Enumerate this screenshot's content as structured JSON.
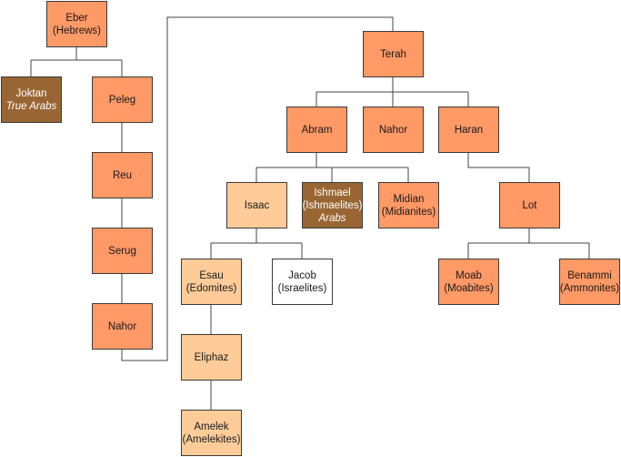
{
  "nodes": {
    "eber": {
      "name": "Eber",
      "sub": "(Hebrews)",
      "color": "#ff9966"
    },
    "joktan": {
      "name": "Joktan",
      "sub": "True Arabs",
      "color": "#996633"
    },
    "peleg": {
      "name": "Peleg",
      "color": "#ff9966"
    },
    "reu": {
      "name": "Reu",
      "color": "#ff9966"
    },
    "serug": {
      "name": "Serug",
      "color": "#ff9966"
    },
    "nahor1": {
      "name": "Nahor",
      "color": "#ff9966"
    },
    "terah": {
      "name": "Terah",
      "color": "#ff9966"
    },
    "abram": {
      "name": "Abram",
      "color": "#ff9966"
    },
    "nahor2": {
      "name": "Nahor",
      "color": "#ff9966"
    },
    "haran": {
      "name": "Haran",
      "color": "#ff9966"
    },
    "isaac": {
      "name": "Isaac",
      "color": "#ffcc99"
    },
    "ishmael": {
      "name": "Ishmael",
      "sub": "(Ishmaelites)",
      "sub2": "Arabs",
      "color": "#996633"
    },
    "midian": {
      "name": "Midian",
      "sub": "(Midianites)",
      "color": "#ff9966"
    },
    "lot": {
      "name": "Lot",
      "color": "#ff9966"
    },
    "esau": {
      "name": "Esau",
      "sub": "(Edomites)",
      "color": "#ffcc99"
    },
    "jacob": {
      "name": "Jacob",
      "sub": "(Israelites)",
      "color": "#ffffff"
    },
    "moab": {
      "name": "Moab",
      "sub": "(Moabites)",
      "color": "#ff9966"
    },
    "benammi": {
      "name": "Benammi",
      "sub": "(Ammonites)",
      "color": "#ff9966"
    },
    "eliphaz": {
      "name": "Eliphaz",
      "color": "#ffcc99"
    },
    "amelek": {
      "name": "Amelek",
      "sub": "(Amelekites)",
      "color": "#ffcc99"
    }
  }
}
